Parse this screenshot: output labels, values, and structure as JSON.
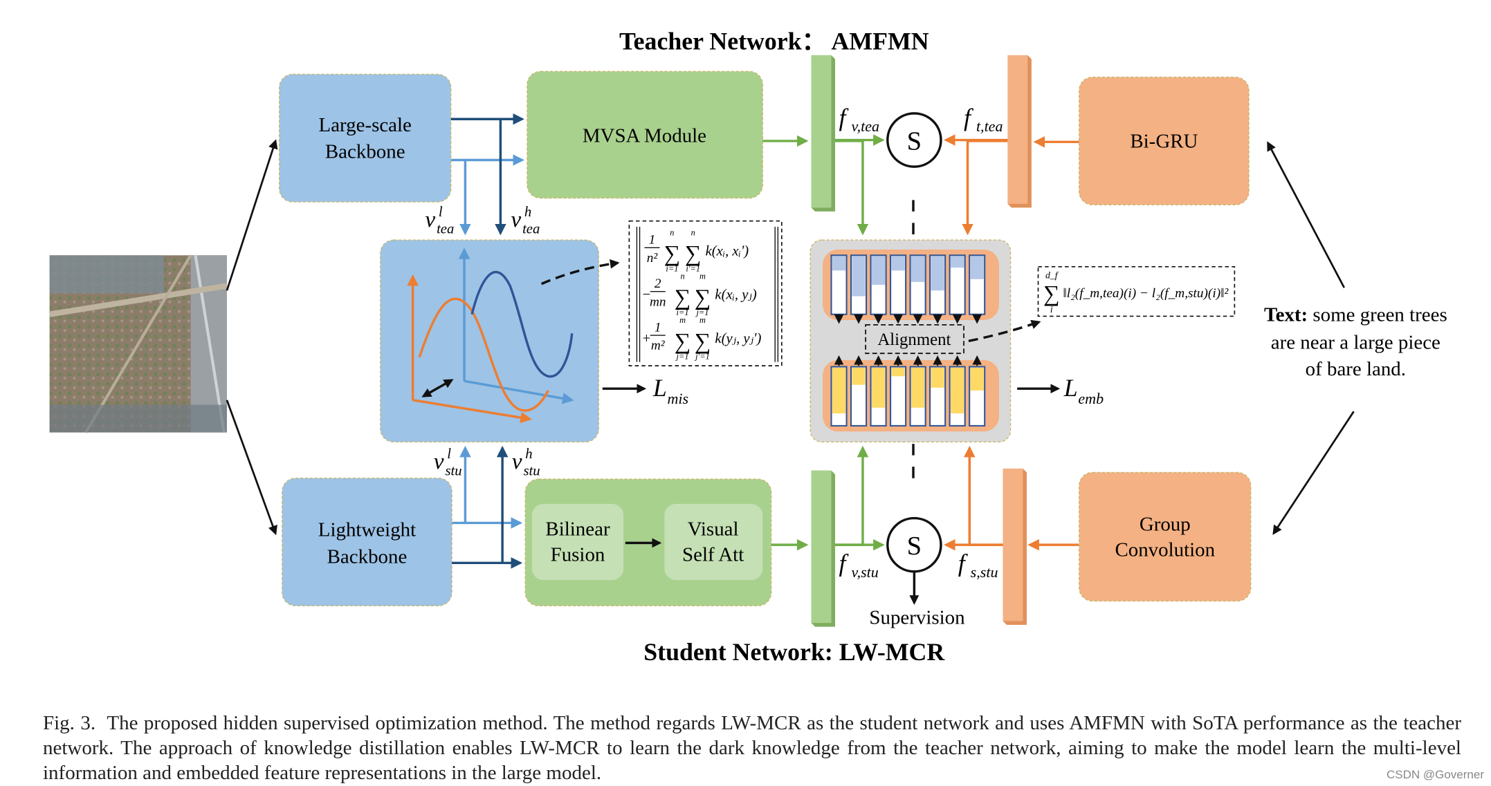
{
  "titles": {
    "teacher": "Teacher Network： AMFMN",
    "student": "Student Network: LW-MCR"
  },
  "blocks": {
    "large_backbone": [
      "Large-scale",
      "Backbone"
    ],
    "light_backbone": [
      "Lightweight",
      "Backbone"
    ],
    "mvsa": "MVSA Module",
    "bilinear": [
      "Bilinear",
      "Fusion"
    ],
    "visual_att": [
      "Visual",
      "Self Att"
    ],
    "bigru": "Bi-GRU",
    "group_conv": [
      "Group",
      "Convolution"
    ],
    "alignment": "Alignment",
    "supervision": "Supervision",
    "sim": "S"
  },
  "text_query": {
    "label": "Text:",
    "line1": " some green trees",
    "line2": "are near a large piece",
    "line3": "of bare land."
  },
  "symbols": {
    "f_v_tea": {
      "base": "f",
      "sub": "v,tea"
    },
    "f_t_tea": {
      "base": "f",
      "sub": "t,tea"
    },
    "f_v_stu": {
      "base": "f",
      "sub": "v,stu"
    },
    "f_s_stu": {
      "base": "f",
      "sub": "s,stu"
    },
    "v_l_tea": {
      "base": "v",
      "sup": "l",
      "sub": "tea"
    },
    "v_h_tea": {
      "base": "v",
      "sup": "h",
      "sub": "tea"
    },
    "v_l_stu": {
      "base": "v",
      "sup": "l",
      "sub": "stu"
    },
    "v_h_stu": {
      "base": "v",
      "sup": "h",
      "sub": "stu"
    },
    "L_mis": {
      "base": "L",
      "sub": "mis"
    },
    "L_emb": {
      "base": "L",
      "sub": "emb"
    }
  },
  "formulas": {
    "mmd": {
      "term1": {
        "sign": "",
        "num": "1",
        "den": "n²",
        "sum1": [
          "n",
          "i=1"
        ],
        "sum2": [
          "n",
          "i'=1"
        ],
        "kernel": "k(xᵢ, xᵢ')"
      },
      "term2": {
        "sign": "−",
        "num": "2",
        "den": "mn",
        "sum1": [
          "n",
          "i=1"
        ],
        "sum2": [
          "m",
          "j=1"
        ],
        "kernel": "k(xᵢ, yⱼ)"
      },
      "term3": {
        "sign": "+",
        "num": "1",
        "den": "m²",
        "sum1": [
          "m",
          "j=1"
        ],
        "sum2": [
          "m",
          "j'=1"
        ],
        "kernel": "k(yⱼ, yⱼ')"
      }
    },
    "emb": {
      "sum_top": "d_f",
      "sum_bot": "i",
      "body": "‖l₂(f_m,tea)(i) − l₂(f_m,stu)(i)‖²"
    }
  },
  "caption": {
    "fig_label": "Fig. 3.",
    "text": "The proposed hidden supervised optimization method. The method regards LW-MCR as the student network and uses AMFMN with SoTA performance as the teacher network. The approach of knowledge distillation enables LW-MCR to learn the dark knowledge from the teacher network, aiming to make the model learn the multi-level information and embedded feature representations in the large model."
  },
  "watermark": "CSDN @Governer",
  "colors": {
    "blue_block": "#9dc3e6",
    "green_block": "#a9d18e",
    "green_inner": "#c5e0b4",
    "orange_block": "#f4b183",
    "orange_bar": "#f4b183",
    "green_bar": "#a9d18e",
    "arrow_dark_blue": "#1f4e79",
    "arrow_light_blue": "#5b9bd5",
    "arrow_green": "#70ad47",
    "arrow_orange": "#ed7d31",
    "feature_light_blue": "#b4c7e7",
    "feature_yellow": "#ffd966",
    "panel_gray": "#d9d9d9"
  },
  "feature_maps": {
    "teacher_fill_levels": [
      0.25,
      0.7,
      0.5,
      0.25,
      0.45,
      0.6,
      0.2,
      0.4
    ],
    "student_yellow_levels": [
      0.8,
      0.3,
      0.7,
      0.15,
      0.7,
      0.35,
      0.8,
      0.4
    ]
  }
}
